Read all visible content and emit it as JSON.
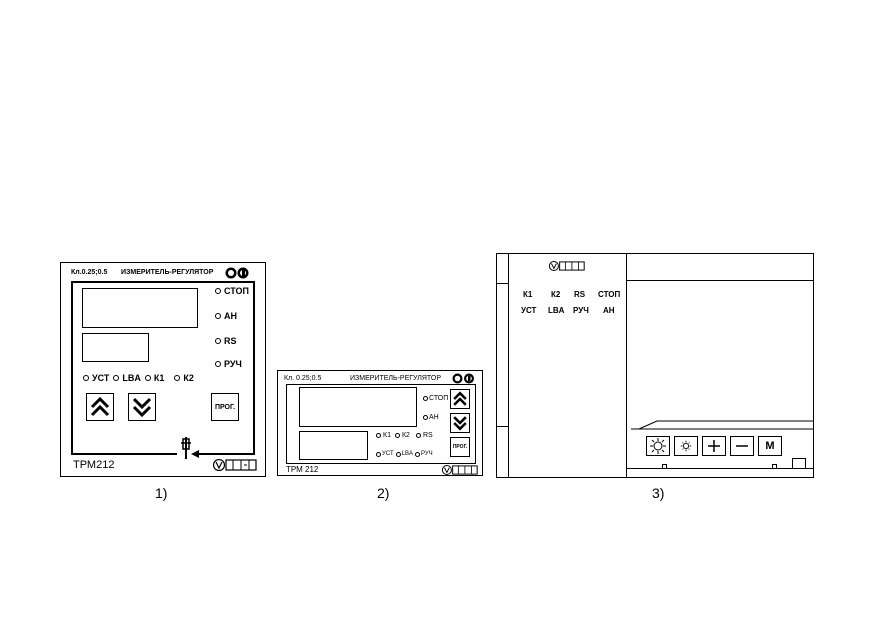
{
  "device1": {
    "class_label": "Кл.0.25;0.5",
    "title": "ИЗМЕРИТЕЛЬ-РЕГУЛЯТОР",
    "right_leds": [
      "СТОП",
      "АН",
      "RS",
      "РУЧ"
    ],
    "bottom_leds": [
      "УСТ",
      "LBA",
      "К1",
      "К2"
    ],
    "prog_label": "ПРОГ.",
    "model": "ТРМ212",
    "caption": "1)"
  },
  "device2": {
    "class_label": "Кл. 0.25;0.5",
    "title": "ИЗМЕРИТЕЛЬ-РЕГУЛЯТОР",
    "right_leds": [
      "СТОП",
      "АН"
    ],
    "row1_leds": [
      "К1",
      "К2",
      "RS"
    ],
    "row2_leds": [
      "УСТ",
      "LBA",
      "РУЧ"
    ],
    "prog_label": "ПРОГ.",
    "model": "ТРМ 212",
    "caption": "2)"
  },
  "device3": {
    "row1": [
      "К1",
      "К2",
      "RS",
      "СТОП"
    ],
    "row2": [
      "УСТ",
      "LBA",
      "РУЧ",
      "АН"
    ],
    "m_label": "M",
    "caption": "3)"
  },
  "icons": [
    "owen-logo",
    "certification-mark",
    "chevron-double-up-icon",
    "chevron-double-down-icon",
    "sun-bright-icon",
    "sun-dim-icon",
    "plus-icon",
    "minus-icon",
    "valve-symbol-icon"
  ]
}
